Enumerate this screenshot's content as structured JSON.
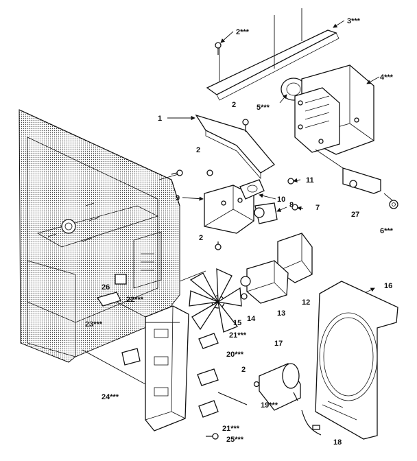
{
  "callouts": [
    {
      "id": "c1",
      "text": "1"
    },
    {
      "id": "c2a",
      "text": "2***"
    },
    {
      "id": "c2b",
      "text": "2"
    },
    {
      "id": "c2c",
      "text": "2"
    },
    {
      "id": "c2d",
      "text": "2"
    },
    {
      "id": "c2e",
      "text": "2"
    },
    {
      "id": "c3",
      "text": "3***"
    },
    {
      "id": "c4",
      "text": "4***"
    },
    {
      "id": "c5",
      "text": "5***"
    },
    {
      "id": "c6",
      "text": "6***"
    },
    {
      "id": "c7",
      "text": "7"
    },
    {
      "id": "c8",
      "text": "8"
    },
    {
      "id": "c9",
      "text": "9"
    },
    {
      "id": "c10",
      "text": "10"
    },
    {
      "id": "c11",
      "text": "11"
    },
    {
      "id": "c12",
      "text": "12"
    },
    {
      "id": "c13",
      "text": "13"
    },
    {
      "id": "c14",
      "text": "14"
    },
    {
      "id": "c15",
      "text": "15"
    },
    {
      "id": "c16",
      "text": "16"
    },
    {
      "id": "c17",
      "text": "17"
    },
    {
      "id": "c18",
      "text": "18"
    },
    {
      "id": "c19",
      "text": "19***"
    },
    {
      "id": "c20",
      "text": "20***"
    },
    {
      "id": "c21a",
      "text": "21***"
    },
    {
      "id": "c21b",
      "text": "21***"
    },
    {
      "id": "c22",
      "text": "22***"
    },
    {
      "id": "c23",
      "text": "23***"
    },
    {
      "id": "c24",
      "text": "24***"
    },
    {
      "id": "c25",
      "text": "25***"
    },
    {
      "id": "c26",
      "text": "26"
    },
    {
      "id": "c27",
      "text": "27"
    }
  ]
}
